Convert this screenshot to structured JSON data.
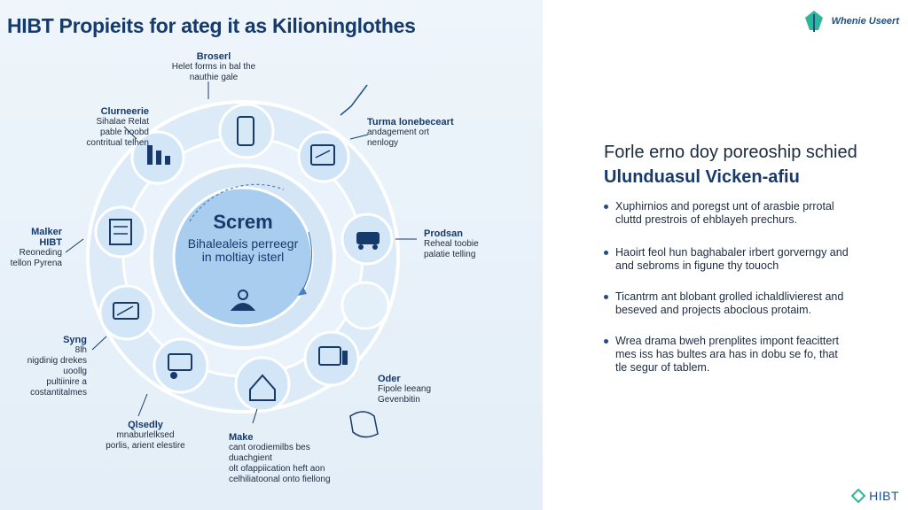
{
  "header": {
    "title": "HIBT Propieits for ateg it as Kilioninglothes"
  },
  "brand": {
    "top_text": "Whenie Useert",
    "bottom_text": "HIBT"
  },
  "center": {
    "title": "Screm",
    "subtitle_line1": "Bihalealeis perreegr",
    "subtitle_line2": "in moltiay isterl"
  },
  "nodes": {
    "top": {
      "title": "Broserl",
      "line1": "Helet forms in bal the",
      "line2": "nauthie gale"
    },
    "top_left": {
      "title": "Clurneerie",
      "line1": "Sihalae Relat",
      "line2": "pable noobd",
      "line3": "contritual telhen"
    },
    "top_right": {
      "title": "Turma lonebeceart",
      "line1": "andagement ort",
      "line2": "nenlogy"
    },
    "left": {
      "title": "Malker",
      "title2": "HIBT",
      "line1": "Reoneding",
      "line2": "tellon Pyrena"
    },
    "right": {
      "title": "Prodsan",
      "line1": "Reheal toobie",
      "line2": "palatie telling"
    },
    "bottom_left": {
      "title": "Syng",
      "title2": "8lh",
      "line1": "nigdinig drekes",
      "line2": "uoollg",
      "line3": "pultiinire a",
      "line4": "costantitalmes"
    },
    "bottom_right": {
      "title": "Oder",
      "line1": "Fipole leeang",
      "line2": "Gevenbitin"
    },
    "bottom": {
      "title": "Make",
      "line1": "cant orodiemilbs bes",
      "line2": "duachgient",
      "line3": "olt ofappiication heft aon",
      "line4": "celhiliatoonal onto fiellong"
    },
    "lower_left": {
      "title": "Qlsedly",
      "line1": "mnaburlelksed",
      "line2": "porlis, arient elestire"
    }
  },
  "right_panel": {
    "heading_line1": "Forle erno doy poreoship schied",
    "heading_line2": "Ulunduasul Vicken-afiu",
    "bullets": [
      {
        "line1": "Xuphirnios and poregst unt of arasbie prrotal",
        "line2": "cluttd prestrois of ehblayeh prechurs."
      },
      {
        "line1": "Haoirt feol hun baghabaler irbert gorverngy and",
        "line2": "and sebroms in figune thy touoch"
      },
      {
        "line1": "Ticantrm ant blobant grolled ichaldlivierest and",
        "line2": "beseved and projects aboclous protaim."
      },
      {
        "line1": "Wrea drama bweh prenplites impont feacittert",
        "line2": "mes iss has bultes ara has in dobu se fo, that",
        "line3": "tle segur of tablem."
      }
    ]
  },
  "colors": {
    "accent": "#163a6b",
    "ring": "#c9dff2",
    "node_fill": "#d7e8f7",
    "center_fill": "#9cc5ea"
  }
}
